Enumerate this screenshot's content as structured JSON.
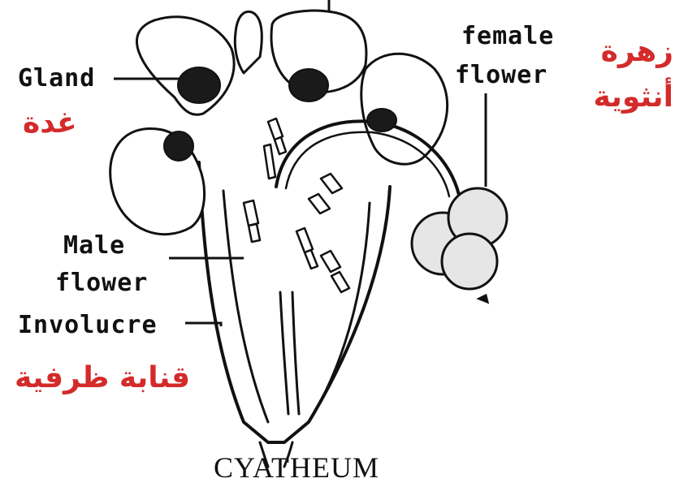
{
  "labels": {
    "gland": "Gland",
    "gland_ar": "غدة",
    "female": "female",
    "flower_f": "flower",
    "female_ar_1": "زهرة",
    "female_ar_2": "أنثوية",
    "male": "Male",
    "flower_m": "flower",
    "involucre": "Involucre",
    "involucre_ar": "قنابة ظرفية",
    "title": "CYATHEUM"
  },
  "colors": {
    "ink": "#111111",
    "arabic_text": "#d42a2a",
    "background": "#ffffff"
  }
}
